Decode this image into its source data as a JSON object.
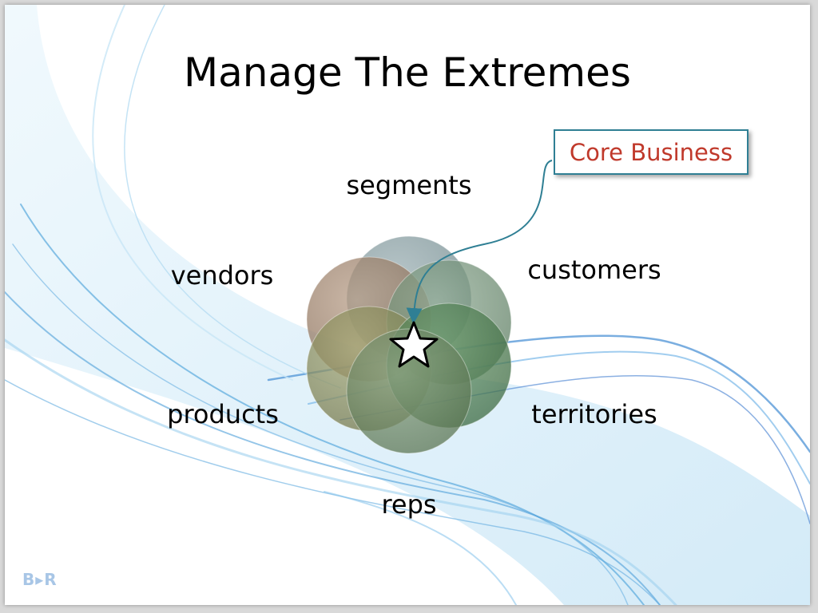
{
  "slide": {
    "title": "Manage The Extremes",
    "callout": "Core Business",
    "labels": {
      "segments": "segments",
      "customers": "customers",
      "vendors": "vendors",
      "products": "products",
      "territories": "territories",
      "reps": "reps"
    },
    "logo": "B▸R",
    "colors": {
      "callout_text": "#c0392b",
      "callout_border": "#2f7f94",
      "circle_segments": "#7a9296",
      "circle_customers": "#6f8f74",
      "circle_vendors": "#9b7f68",
      "circle_products": "#8c8e5c",
      "circle_territories": "#4f7e52",
      "circle_reps": "#6c8463"
    }
  }
}
